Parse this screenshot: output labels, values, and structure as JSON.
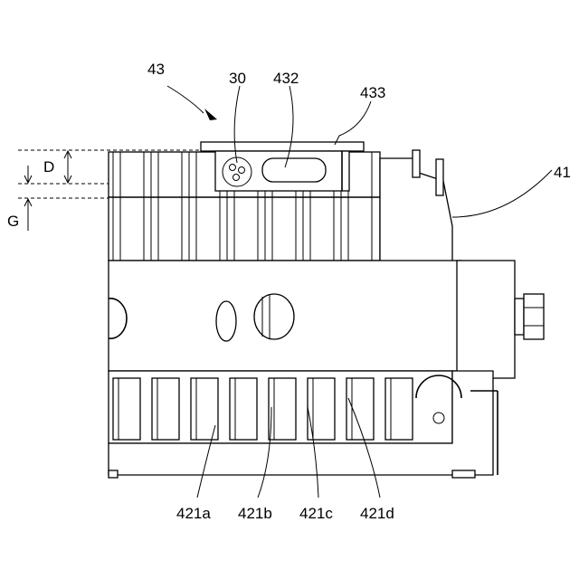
{
  "labels": {
    "l43": "43",
    "l30": "30",
    "l432": "432",
    "l433": "433",
    "l41": "41",
    "lD": "D",
    "lG": "G",
    "l421a": "421a",
    "l421b": "421b",
    "l421c": "421c",
    "l421d": "421d"
  }
}
